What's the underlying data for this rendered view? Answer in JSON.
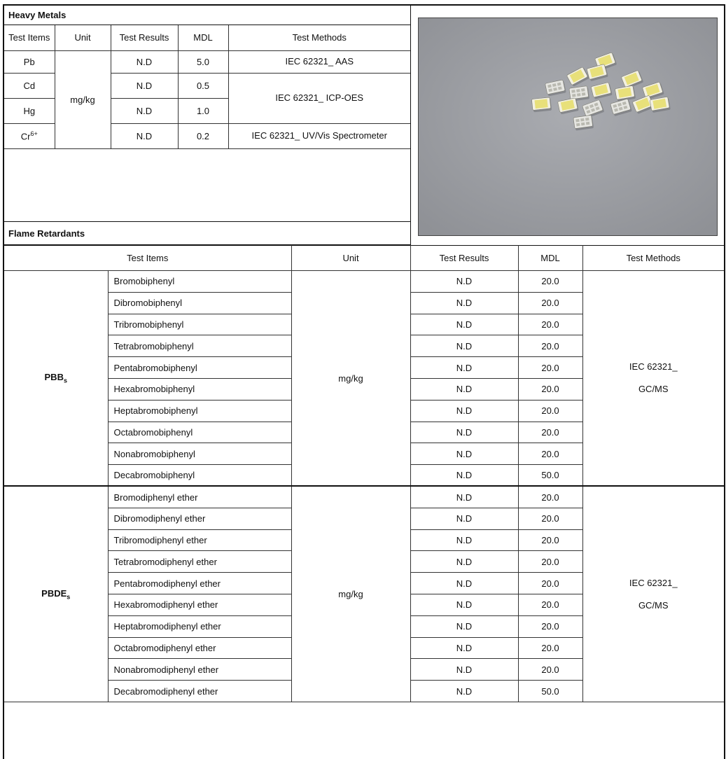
{
  "heavy_metals": {
    "section_title": "Heavy Metals",
    "headers": {
      "items": "Test Items",
      "unit": "Unit",
      "results": "Test Results",
      "mdl": "MDL",
      "methods": "Test Methods"
    },
    "unit": "mg/kg",
    "rows": [
      {
        "item": "Pb",
        "result": "N.D",
        "mdl": "5.0"
      },
      {
        "item": "Cd",
        "result": "N.D",
        "mdl": "0.5"
      },
      {
        "item": "Hg",
        "result": "N.D",
        "mdl": "1.0"
      },
      {
        "item_base": "Cr",
        "item_sup": "6+",
        "result": "N.D",
        "mdl": "0.2"
      }
    ],
    "methods": [
      "IEC 62321_ AAS",
      "IEC 62321_ ICP-OES",
      "IEC 62321_ UV/Vis Spectrometer"
    ]
  },
  "flame_retardants": {
    "section_title": "Flame Retardants",
    "headers": {
      "items": "Test Items",
      "unit": "Unit",
      "results": "Test Results",
      "mdl": "MDL",
      "methods": "Test Methods"
    },
    "groups": [
      {
        "name_base": "PBB",
        "name_sub": "s",
        "unit": "mg/kg",
        "method_line1": "IEC 62321_",
        "method_line2": "GC/MS",
        "items": [
          {
            "name": "Bromobiphenyl",
            "result": "N.D",
            "mdl": "20.0"
          },
          {
            "name": "Dibromobiphenyl",
            "result": "N.D",
            "mdl": "20.0"
          },
          {
            "name": "Tribromobiphenyl",
            "result": "N.D",
            "mdl": "20.0"
          },
          {
            "name": "Tetrabromobiphenyl",
            "result": "N.D",
            "mdl": "20.0"
          },
          {
            "name": "Pentabromobiphenyl",
            "result": "N.D",
            "mdl": "20.0"
          },
          {
            "name": "Hexabromobiphenyl",
            "result": "N.D",
            "mdl": "20.0"
          },
          {
            "name": "Heptabromobiphenyl",
            "result": "N.D",
            "mdl": "20.0"
          },
          {
            "name": "Octabromobiphenyl",
            "result": "N.D",
            "mdl": "20.0"
          },
          {
            "name": "Nonabromobiphenyl",
            "result": "N.D",
            "mdl": "20.0"
          },
          {
            "name": "Decabromobiphenyl",
            "result": "N.D",
            "mdl": "50.0"
          }
        ]
      },
      {
        "name_base": "PBDE",
        "name_sub": "s",
        "unit": "mg/kg",
        "method_line1": "IEC 62321_",
        "method_line2": "GC/MS",
        "items": [
          {
            "name": "Bromodiphenyl ether",
            "result": "N.D",
            "mdl": "20.0"
          },
          {
            "name": "Dibromodiphenyl ether",
            "result": "N.D",
            "mdl": "20.0"
          },
          {
            "name": "Tribromodiphenyl ether",
            "result": "N.D",
            "mdl": "20.0"
          },
          {
            "name": "Tetrabromodiphenyl ether",
            "result": "N.D",
            "mdl": "20.0"
          },
          {
            "name": "Pentabromodiphenyl ether",
            "result": "N.D",
            "mdl": "20.0"
          },
          {
            "name": "Hexabromodiphenyl ether",
            "result": "N.D",
            "mdl": "20.0"
          },
          {
            "name": "Heptabromodiphenyl ether",
            "result": "N.D",
            "mdl": "20.0"
          },
          {
            "name": "Octabromodiphenyl ether",
            "result": "N.D",
            "mdl": "20.0"
          },
          {
            "name": "Nonabromodiphenyl ether",
            "result": "N.D",
            "mdl": "20.0"
          },
          {
            "name": "Decabromodiphenyl ether",
            "result": "N.D",
            "mdl": "50.0"
          }
        ]
      }
    ]
  },
  "colors": {
    "photo_background": "#9a9ca1",
    "led_yellow": "#e8e07a",
    "led_white": "#e6e6e2",
    "rule": "#111111"
  }
}
